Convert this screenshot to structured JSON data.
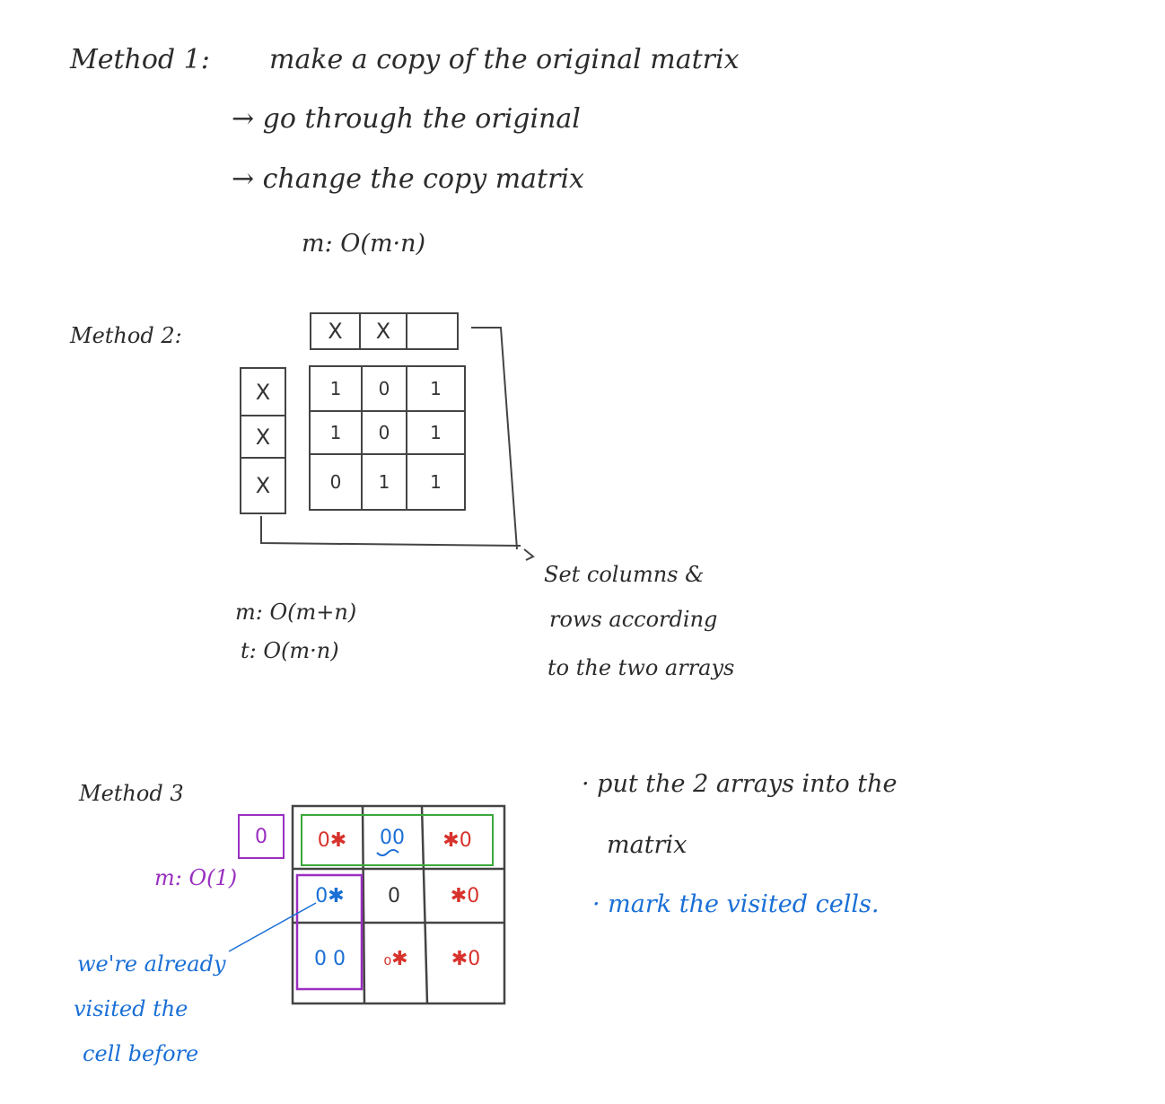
{
  "method1": {
    "title": "Method 1:",
    "line1": "make a copy of the original matrix",
    "step1": "→ go through the original",
    "step2": "→ change the copy matrix",
    "space": "m: O(m·n)"
  },
  "method2": {
    "title": "Method 2:",
    "col_marks": [
      "X",
      "X",
      ""
    ],
    "row_marks": [
      "X",
      "X",
      "X"
    ],
    "grid": [
      [
        "1",
        "0",
        "1"
      ],
      [
        "1",
        "0",
        "1"
      ],
      [
        "0",
        "1",
        "1"
      ]
    ],
    "note_line1": "Set columns &",
    "note_line2": "rows according",
    "note_line3": "to the two arrays",
    "space": "m: O(m+n)",
    "time": "t: O(m·n)"
  },
  "method3": {
    "title": "Method 3",
    "corner_box": "0",
    "space": "m: O(1)",
    "grid": [
      [
        "0✱",
        "00",
        "✱0"
      ],
      [
        "0✱",
        "0",
        "✱0"
      ],
      [
        "0 0",
        "₀✱",
        "✱0"
      ]
    ],
    "comment_line1": "we're already",
    "comment_line2": "visited the",
    "comment_line3": "cell before",
    "note1_line1": "· put the 2 arrays into the",
    "note1_line2": "matrix",
    "note2": "· mark the visited cells."
  },
  "colors": {
    "ink": "#2b2b2b",
    "blue": "#1a6fd6",
    "purple": "#9a2fc0",
    "green": "#3aa83a",
    "red": "#d7322b"
  }
}
